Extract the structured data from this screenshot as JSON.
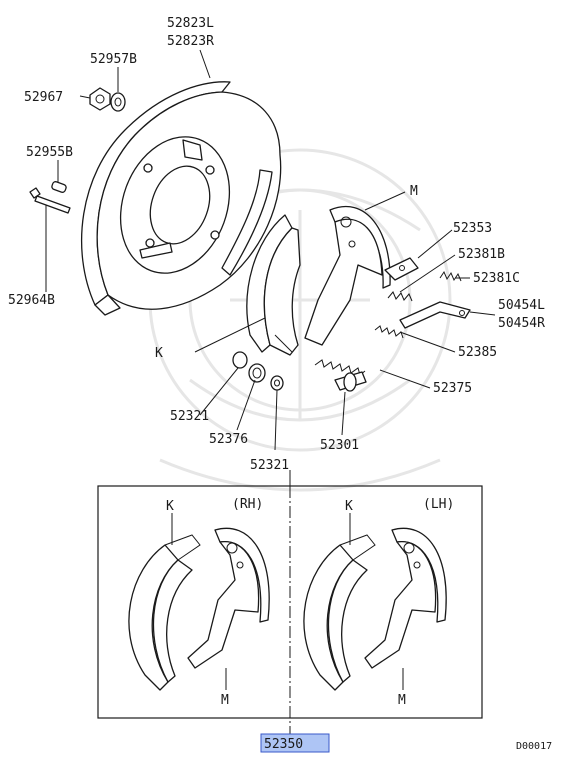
{
  "diagram": {
    "drawing_code": "D00017",
    "kit_part_number": "52350",
    "colors": {
      "line": "#1a1a1a",
      "highlight": "#aec5f5",
      "highlight_border": "#3a59c9",
      "watermark": "#e6e6e6"
    },
    "part_labels": {
      "backing_plate_l": "52823L",
      "backing_plate_r": "52823R",
      "nut_washer": "52957B",
      "nut": "52967",
      "grommet": "52955B",
      "bolt": "52964B",
      "shoe_m": "M",
      "shoe_k": "K",
      "strut": "52353",
      "spring_b": "52381B",
      "spring_c": "52381C",
      "lever_l": "50454L",
      "lever_r": "50454R",
      "spring_385": "52385",
      "spring_375": "52375",
      "cup_upper": "52321",
      "spring_376": "52376",
      "cup_lower": "52321",
      "adjuster": "52301"
    },
    "kit_box": {
      "rh_label": "(RH)",
      "lh_label": "(LH)",
      "rh_k": "K",
      "rh_m": "M",
      "lh_k": "K",
      "lh_m": "M"
    }
  }
}
